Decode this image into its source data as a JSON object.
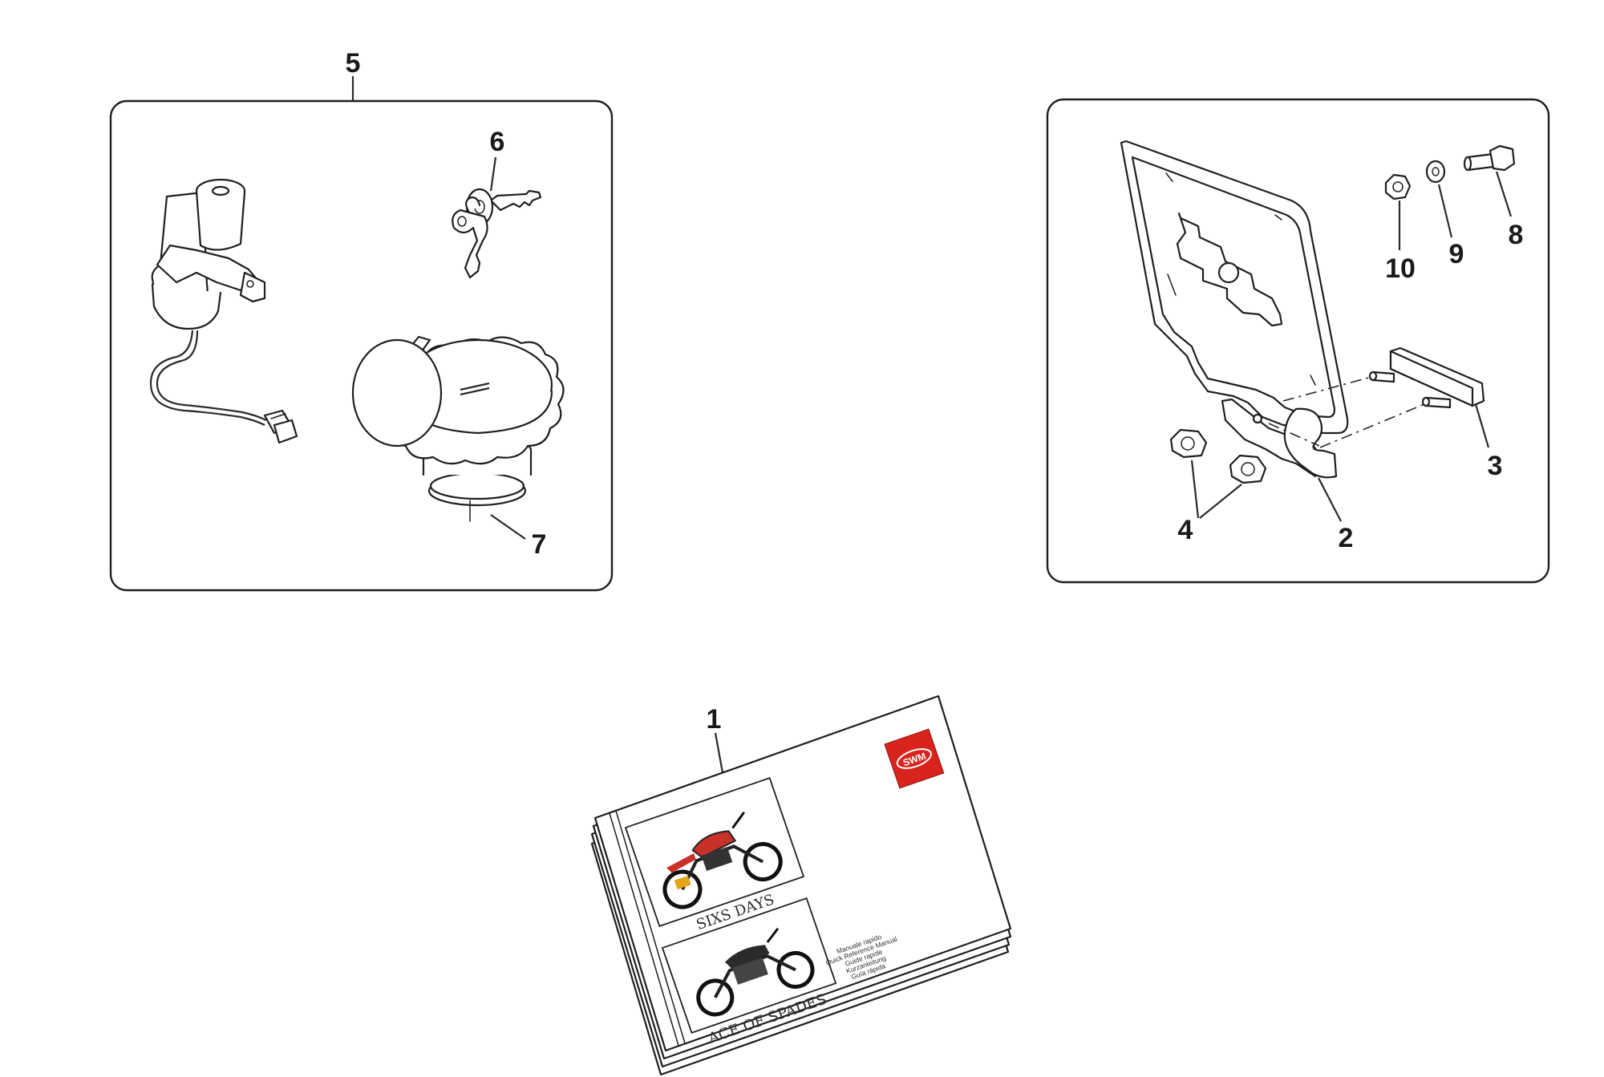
{
  "callouts": {
    "p1": "1",
    "p2": "2",
    "p3": "3",
    "p4": "4",
    "p5": "5",
    "p6": "6",
    "p7": "7",
    "p8": "8",
    "p9": "9",
    "p10": "10"
  },
  "manual": {
    "brand": "SWM",
    "photo1_caption": "SIXS DAYS",
    "photo2_caption": "ACE OF SPADES",
    "languages": [
      "Manuale rapido",
      "Quick Reference Manual",
      "Guide rapide",
      "Kurzanleitung",
      "Guía rápida"
    ]
  },
  "colors": {
    "brand_red": "#d8241d",
    "bike1_red": "#c8302a",
    "line": "#1f1f1f"
  }
}
